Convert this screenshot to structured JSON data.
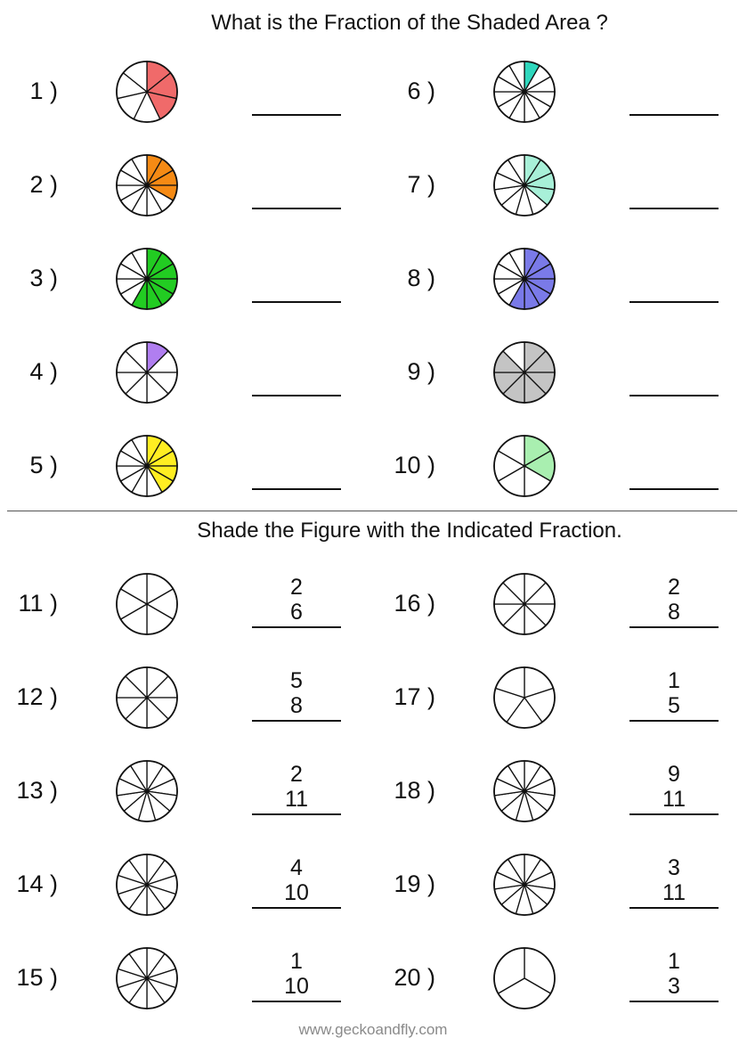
{
  "section1": {
    "title": "What is the Fraction of the Shaded Area ?",
    "problems": [
      {
        "label": "1 )",
        "slices": 7,
        "shaded": 3,
        "color": "#f06a6a"
      },
      {
        "label": "2 )",
        "slices": 12,
        "shaded": 4,
        "color": "#f58a14"
      },
      {
        "label": "3 )",
        "slices": 12,
        "shaded": 7,
        "color": "#22cc22"
      },
      {
        "label": "4 )",
        "slices": 8,
        "shaded": 1,
        "color": "#b07ef0"
      },
      {
        "label": "5 )",
        "slices": 12,
        "shaded": 5,
        "color": "#ffee22"
      },
      {
        "label": "6 )",
        "slices": 12,
        "shaded": 1,
        "color": "#2ed7bd"
      },
      {
        "label": "7 )",
        "slices": 11,
        "shaded": 4,
        "color": "#a8f0d8"
      },
      {
        "label": "8 )",
        "slices": 12,
        "shaded": 7,
        "color": "#7a7ae8"
      },
      {
        "label": "9 )",
        "slices": 8,
        "shaded": 7,
        "color": "#c4c4c4"
      },
      {
        "label": "10 )",
        "slices": 6,
        "shaded": 2,
        "color": "#a9efb0"
      }
    ]
  },
  "section2": {
    "title": "Shade the Figure with the Indicated Fraction.",
    "problems": [
      {
        "label": "11 )",
        "slices": 6,
        "numerator": "2",
        "denominator": "6"
      },
      {
        "label": "12 )",
        "slices": 8,
        "numerator": "5",
        "denominator": "8"
      },
      {
        "label": "13 )",
        "slices": 11,
        "numerator": "2",
        "denominator": "11"
      },
      {
        "label": "14 )",
        "slices": 10,
        "numerator": "4",
        "denominator": "10"
      },
      {
        "label": "15 )",
        "slices": 10,
        "numerator": "1",
        "denominator": "10"
      },
      {
        "label": "16 )",
        "slices": 8,
        "numerator": "2",
        "denominator": "8"
      },
      {
        "label": "17 )",
        "slices": 5,
        "numerator": "1",
        "denominator": "5"
      },
      {
        "label": "18 )",
        "slices": 11,
        "numerator": "9",
        "denominator": "11"
      },
      {
        "label": "19 )",
        "slices": 11,
        "numerator": "3",
        "denominator": "11"
      },
      {
        "label": "20 )",
        "slices": 3,
        "numerator": "1",
        "denominator": "3"
      }
    ]
  },
  "footer": "www.geckoandfly.com"
}
